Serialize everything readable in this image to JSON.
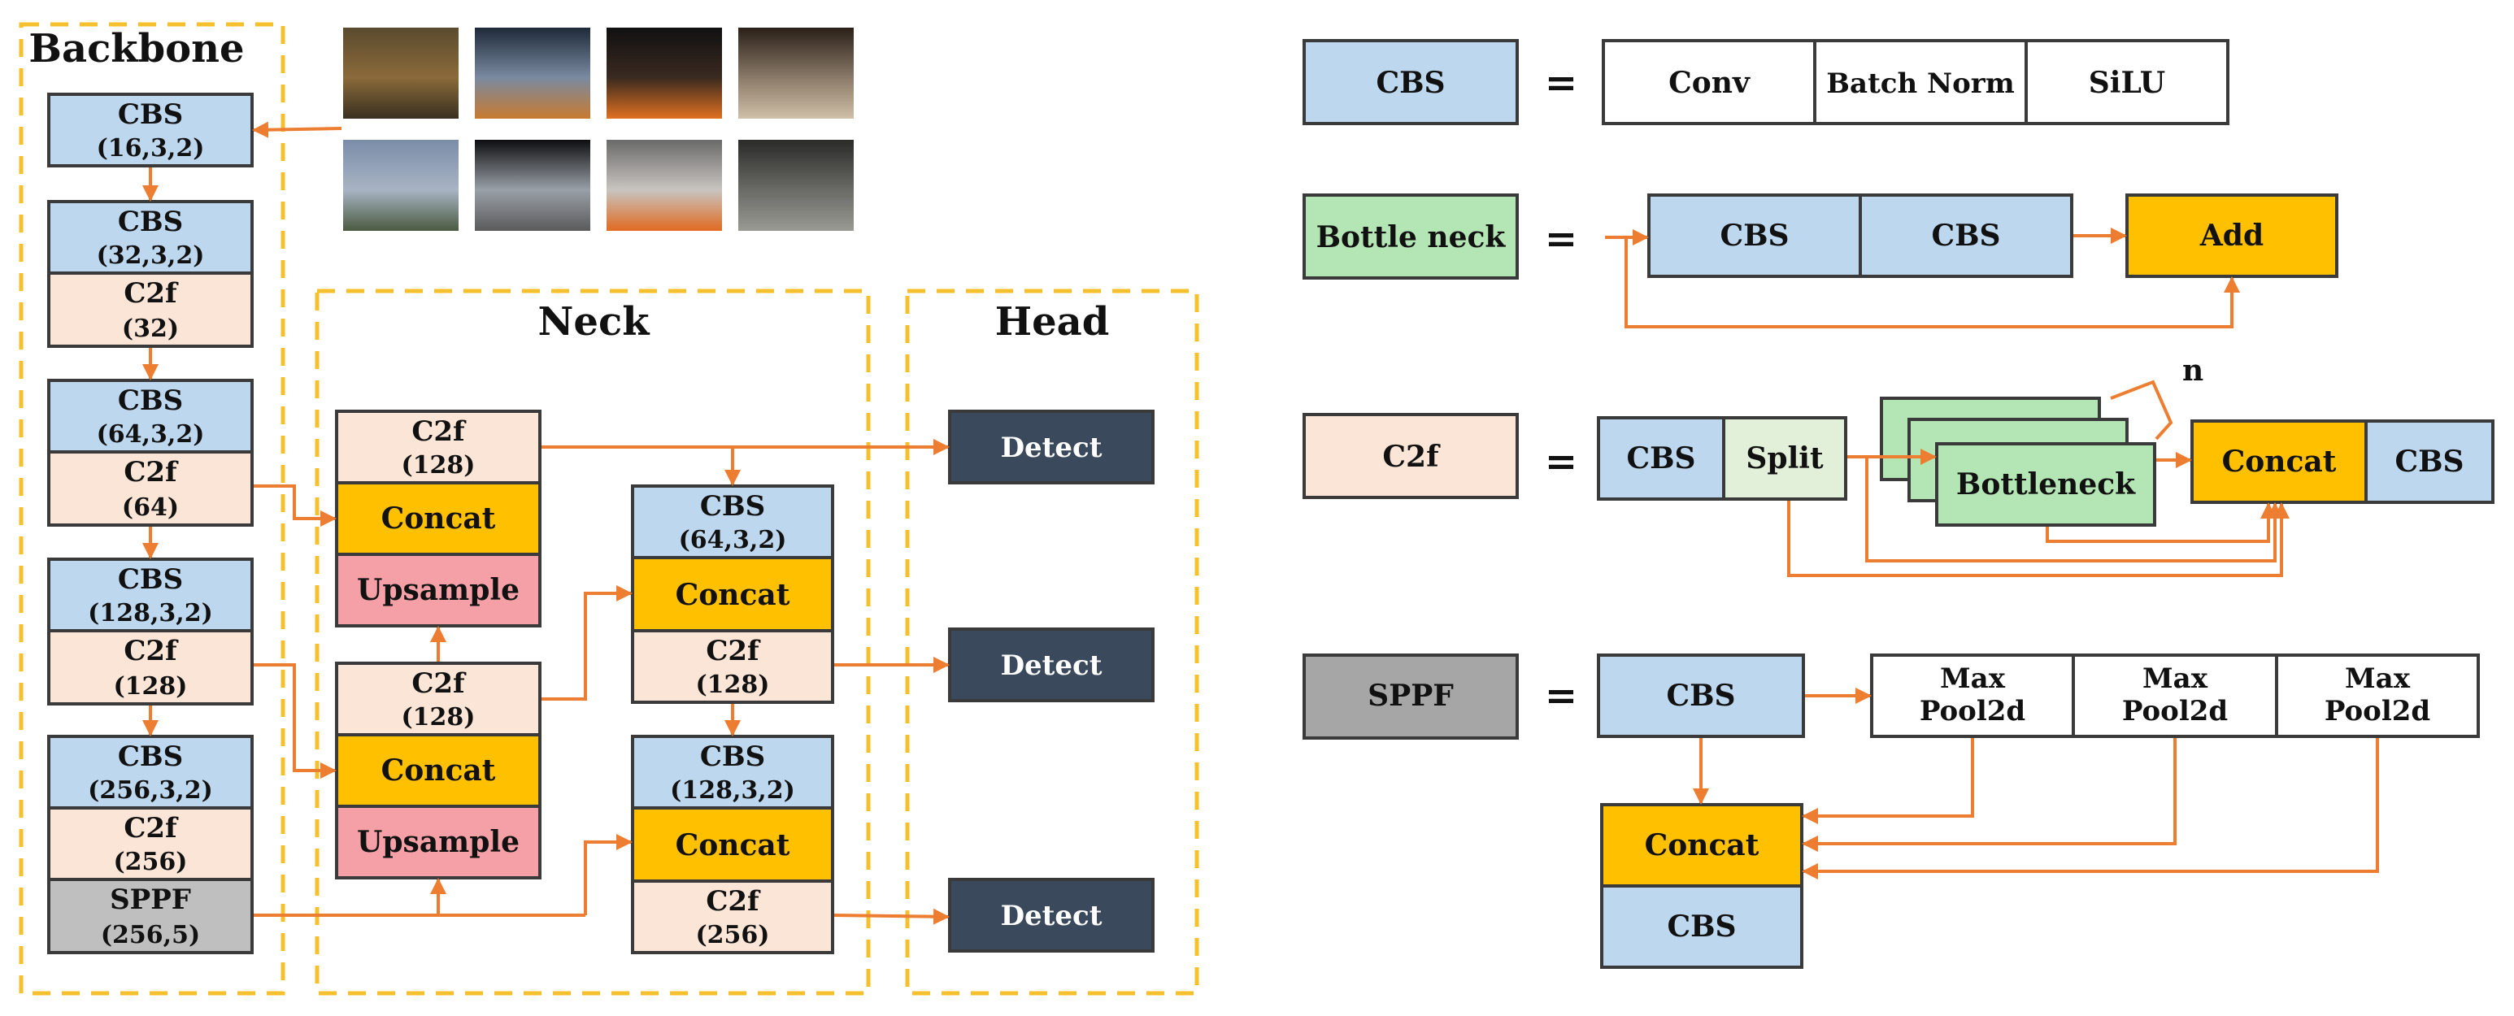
{
  "colors": {
    "cbs": "#bdd7ee",
    "c2f": "#fbe5d6",
    "concat": "#ffc000",
    "upsample": "#f4a0a6",
    "sppf": "#bfbfbf",
    "detect": "#3a4a5c",
    "bottleneck": "#b4e5b4",
    "split": "#e2f0d9",
    "arrow": "#ed7d31",
    "dashed": "#f5c02c"
  },
  "sections": {
    "backbone": "Backbone",
    "neck": "Neck",
    "head": "Head"
  },
  "backbone": {
    "cbs1": [
      "CBS",
      "(16,3,2)"
    ],
    "cbs2": [
      "CBS",
      "(32,3,2)"
    ],
    "c2f1": [
      "C2f",
      "(32)"
    ],
    "cbs3": [
      "CBS",
      "(64,3,2)"
    ],
    "c2f2": [
      "C2f",
      "(64)"
    ],
    "cbs4": [
      "CBS",
      "(128,3,2)"
    ],
    "c2f3": [
      "C2f",
      "(128)"
    ],
    "cbs5": [
      "CBS",
      "(256,3,2)"
    ],
    "c2f4": [
      "C2f",
      "(256)"
    ],
    "sppf": [
      "SPPF",
      "(256,5)"
    ]
  },
  "neck": {
    "c2f_top": [
      "C2f",
      "(128)"
    ],
    "concat1": "Concat",
    "upsample1": "Upsample",
    "c2f_mid": [
      "C2f",
      "(128)"
    ],
    "concat2": "Concat",
    "upsample2": "Upsample",
    "cbs_a": [
      "CBS",
      "(64,3,2)"
    ],
    "concat3": "Concat",
    "c2f_a": [
      "C2f",
      "(128)"
    ],
    "cbs_b": [
      "CBS",
      "(128,3,2)"
    ],
    "concat4": "Concat",
    "c2f_b": [
      "C2f",
      "(256)"
    ]
  },
  "head": {
    "detect1": "Detect",
    "detect2": "Detect",
    "detect3": "Detect"
  },
  "legend": {
    "equals": "=",
    "cbs": {
      "name": "CBS",
      "parts": [
        "Conv",
        "Batch Norm",
        "SiLU"
      ]
    },
    "bottleneck": {
      "name": "Bottle neck",
      "parts": [
        "CBS",
        "CBS"
      ],
      "add": "Add"
    },
    "c2f": {
      "name": "C2f",
      "cbs": "CBS",
      "split": "Split",
      "bottleneck": "Bottleneck",
      "n": "n",
      "concat": "Concat",
      "cbs_out": "CBS"
    },
    "sppf": {
      "name": "SPPF",
      "cbs": "CBS",
      "pools": [
        [
          "Max",
          "Pool2d"
        ],
        [
          "Max",
          "Pool2d"
        ],
        [
          "Max",
          "Pool2d"
        ]
      ],
      "concat": "Concat",
      "cbs_out": "CBS"
    }
  },
  "thumbnails": [
    {
      "name": "forest-fire-photo",
      "colors": [
        "#5a4a2e",
        "#8a6a3a",
        "#3a3020"
      ]
    },
    {
      "name": "smoke-explosion-photo",
      "colors": [
        "#1e2a3a",
        "#7a8aa0",
        "#c87a30"
      ]
    },
    {
      "name": "indoor-fire-photo",
      "colors": [
        "#101012",
        "#3a2a20",
        "#e07020"
      ]
    },
    {
      "name": "fireplace-room-photo",
      "colors": [
        "#2a2018",
        "#8a7a68",
        "#d0c0a8"
      ]
    },
    {
      "name": "mountain-smoke-photo",
      "colors": [
        "#7a8ca8",
        "#a8b4c4",
        "#4a5a40"
      ]
    },
    {
      "name": "house-fire-photo",
      "colors": [
        "#0e0e10",
        "#9aa0a8",
        "#5a5a5a"
      ]
    },
    {
      "name": "grill-fire-photo",
      "colors": [
        "#6a6a6a",
        "#c8c4c0",
        "#e06a20"
      ]
    },
    {
      "name": "fire-pit-photo",
      "colors": [
        "#2a2a28",
        "#6a6a66",
        "#9a9a94"
      ]
    }
  ]
}
